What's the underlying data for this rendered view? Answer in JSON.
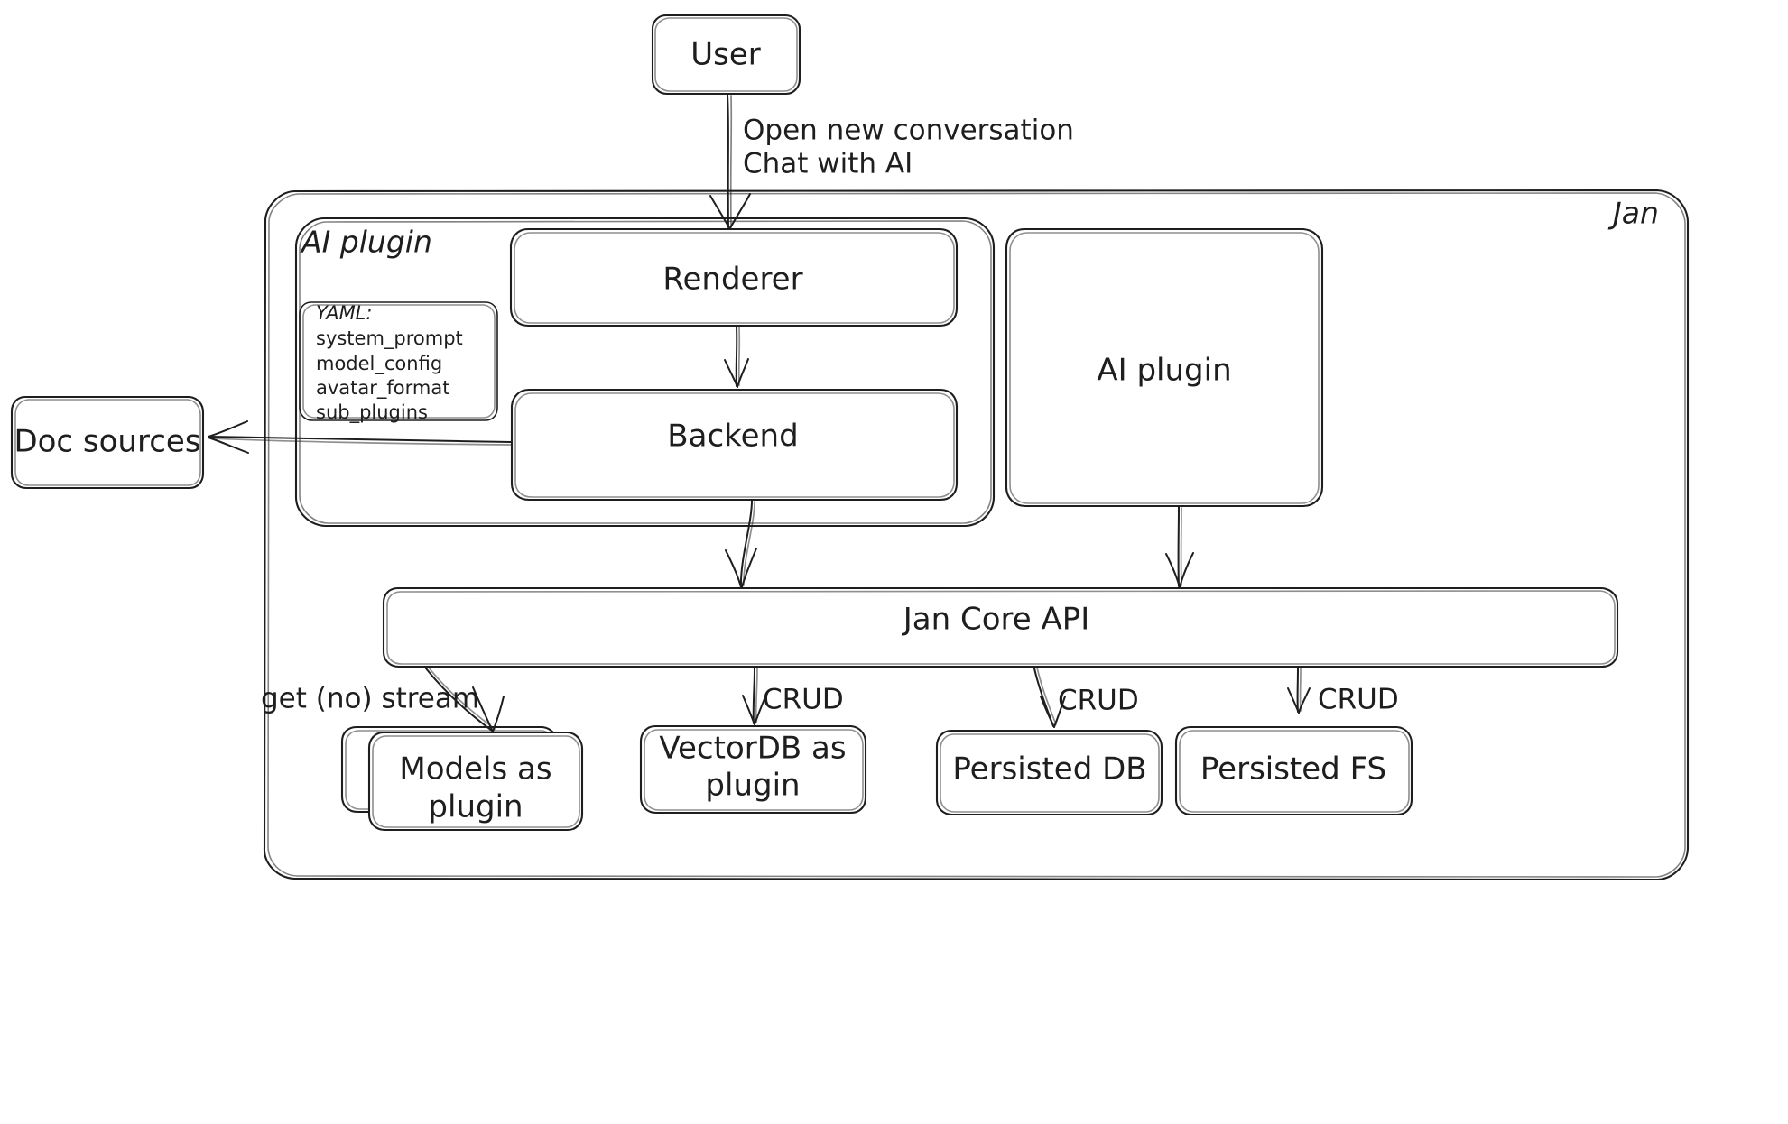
{
  "diagram": {
    "title": "Jan architecture",
    "background": "#ffffff",
    "stroke_color": "#1e1e1e",
    "containers": {
      "jan": {
        "label": "Jan"
      },
      "ai_plugin_group": {
        "label": "AI plugin"
      }
    },
    "nodes": {
      "user": {
        "label": "User"
      },
      "renderer": {
        "label": "Renderer"
      },
      "backend": {
        "label": "Backend"
      },
      "ai_plugin_right": {
        "label": "AI plugin"
      },
      "doc_sources": {
        "label": "Doc sources"
      },
      "jan_core_api": {
        "label": "Jan Core API"
      },
      "models_plugin": {
        "label_line1": "Models as",
        "label_line2": "plugin"
      },
      "vectordb_plugin": {
        "label_line1": "VectorDB as",
        "label_line2": "plugin"
      },
      "persisted_db": {
        "label": "Persisted DB"
      },
      "persisted_fs": {
        "label": "Persisted FS"
      }
    },
    "yaml_card": {
      "title": "YAML:",
      "items": [
        "system_prompt",
        "model_config",
        "avatar_format",
        "sub_plugins"
      ]
    },
    "edge_labels": {
      "user_to_renderer_line1": "Open new conversation",
      "user_to_renderer_line2": "Chat with AI",
      "api_to_models": "get (no) stream",
      "api_to_vectordb": "CRUD",
      "api_to_persisted_db": "CRUD",
      "api_to_persisted_fs": "CRUD"
    }
  }
}
